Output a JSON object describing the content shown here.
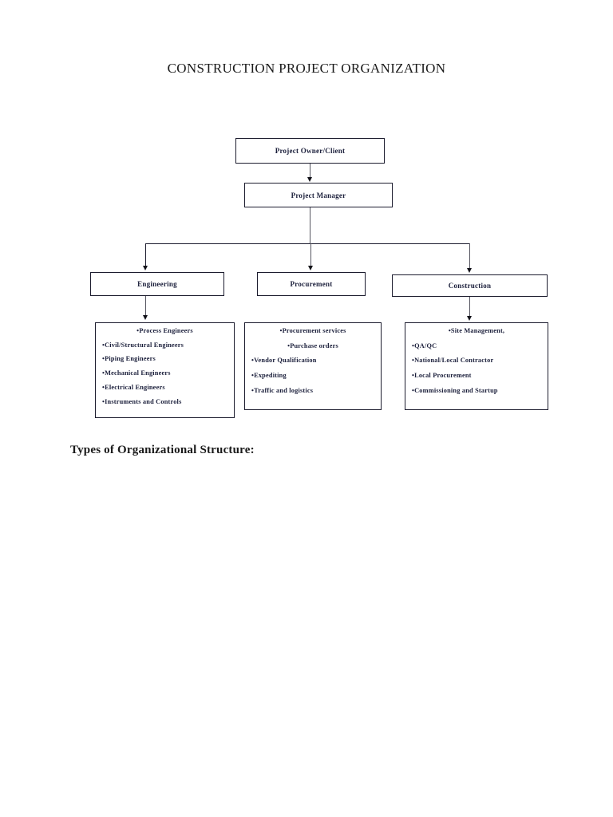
{
  "document": {
    "title": "CONSTRUCTION PROJECT ORGANIZATION",
    "subtitle": "Types of Organizational Structure:"
  },
  "chart_data": {
    "type": "diagram",
    "title": "CONSTRUCTION PROJECT ORGANIZATION",
    "nodes": [
      {
        "id": "owner",
        "label": "Project Owner/Client",
        "level": 0
      },
      {
        "id": "manager",
        "label": "Project Manager",
        "level": 1
      },
      {
        "id": "engineering",
        "label": "Engineering",
        "level": 2
      },
      {
        "id": "procurement",
        "label": "Procurement",
        "level": 2
      },
      {
        "id": "construction",
        "label": "Construction",
        "level": 2
      }
    ],
    "edges": [
      {
        "from": "owner",
        "to": "manager"
      },
      {
        "from": "manager",
        "to": "engineering"
      },
      {
        "from": "manager",
        "to": "procurement"
      },
      {
        "from": "manager",
        "to": "construction"
      },
      {
        "from": "engineering",
        "to": "engineering-details"
      },
      {
        "from": "construction",
        "to": "construction-details"
      }
    ]
  },
  "org": {
    "owner": {
      "label": "Project Owner/Client"
    },
    "manager": {
      "label": "Project Manager"
    },
    "engineering": {
      "label": "Engineering"
    },
    "procurement": {
      "label": "Procurement"
    },
    "construction": {
      "label": "Construction"
    }
  },
  "details": {
    "engineering": {
      "items": [
        {
          "text": "•Process Engineers",
          "align": "center"
        },
        {
          "text": "•Civil/Structural Engineers",
          "align": "left"
        },
        {
          "text": "•Piping Engineers",
          "align": "left"
        },
        {
          "text": "•Mechanical Engineers",
          "align": "left"
        },
        {
          "text": "•Electrical  Engineers",
          "align": "left"
        },
        {
          "text": "•Instruments and Controls",
          "align": "left"
        }
      ]
    },
    "procurement": {
      "items": [
        {
          "text": "•Procurement services",
          "align": "center"
        },
        {
          "text": "•Purchase  orders",
          "align": "center"
        },
        {
          "text": "•Vendor Qualification",
          "align": "left"
        },
        {
          "text": "•Expediting",
          "align": "left"
        },
        {
          "text": "•Traffic and logistics",
          "align": "left"
        }
      ]
    },
    "construction": {
      "items": [
        {
          "text": "•Site Management,",
          "align": "center"
        },
        {
          "text": "•QA/QC",
          "align": "left"
        },
        {
          "text": "•National/Local Contractor",
          "align": "left"
        },
        {
          "text": "•Local Procurement",
          "align": "left"
        },
        {
          "text": "•Commissioning and Startup",
          "align": "left"
        }
      ]
    }
  },
  "colors": {
    "box_border": "#1c1c2e",
    "text": "#1b1f3b",
    "title_text": "#1a1a1a",
    "connector": "#555560",
    "page_background": "#ffffff"
  }
}
